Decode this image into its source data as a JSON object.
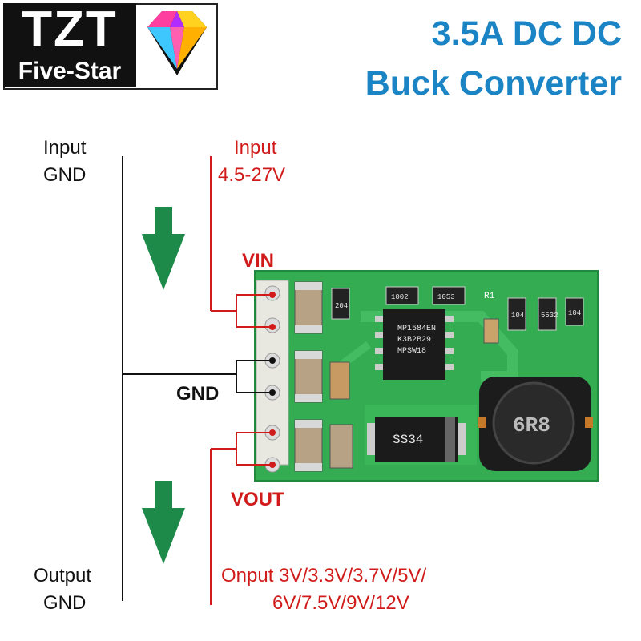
{
  "logo": {
    "brand": "TZT",
    "tagline": "Five-Star"
  },
  "title": {
    "line1": "3.5A DC DC",
    "line2": "Buck Converter"
  },
  "labels": {
    "input_gnd_1": "Input",
    "input_gnd_2": "GND",
    "output_gnd_1": "Output",
    "output_gnd_2": "GND",
    "input_voltage_1": "Input",
    "input_voltage_2": "4.5-27V",
    "vin": "VIN",
    "gnd": "GND",
    "vout": "VOUT",
    "output_voltage_1": "Onput 3V/3.3V/3.7V/5V/",
    "output_voltage_2": "6V/7.5V/9V/12V"
  },
  "board": {
    "chip_text": [
      "MP1584EN",
      "K3B2B29",
      "MPSW18"
    ],
    "inductor_text": "6R8",
    "diode_text": "SS34",
    "resistor_codes": [
      "204",
      "1002",
      "1053",
      "104",
      "5532",
      "104"
    ],
    "silk_label": "R1"
  },
  "colors": {
    "accent_blue": "#1a84c4",
    "accent_red": "#d11b1b",
    "arrow_green": "#1e8a4a",
    "pcb_green": "#2fa84f"
  },
  "icons": {
    "logo_gem": "diamond-icon",
    "flow_arrow": "down-arrow-icon"
  }
}
